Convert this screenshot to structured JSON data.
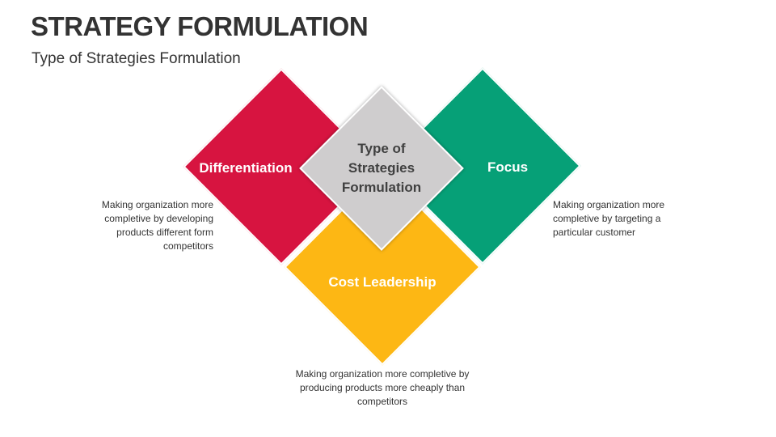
{
  "title": "STRATEGY FORMULATION",
  "subtitle": "Type of Strategies Formulation",
  "center": {
    "line1": "Type of",
    "line2": "Strategies",
    "line3": "Formulation",
    "color": "#CFCDCE"
  },
  "items": [
    {
      "label": "Differentiation",
      "color": "#D71440",
      "desc": [
        "Making organization more",
        "completive by developing",
        "products different form",
        "competitors"
      ]
    },
    {
      "label": "Focus",
      "color": "#06A077",
      "desc": [
        "Making organization more",
        "completive by targeting a",
        "particular customer"
      ]
    },
    {
      "label": "Cost Leadership",
      "color": "#FDB714",
      "desc": [
        "Making organization more completive by",
        "producing products more cheaply than",
        "competitors"
      ]
    }
  ]
}
